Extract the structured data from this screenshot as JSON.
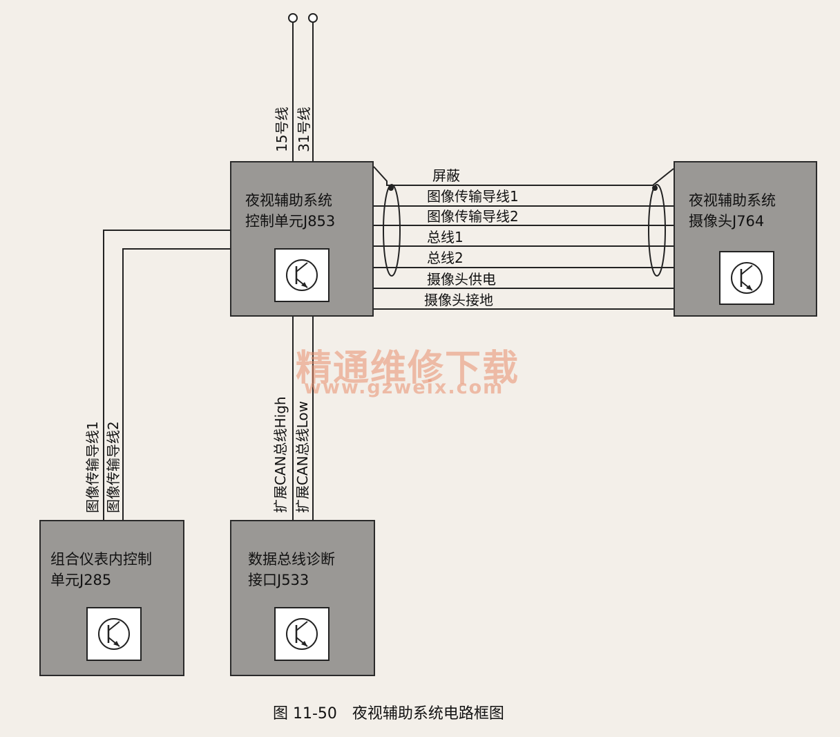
{
  "units": {
    "j853": {
      "label": "夜视辅助系统\n控制单元J853"
    },
    "j764": {
      "label": "夜视辅助系统\n摄像头J764"
    },
    "j285": {
      "label": "组合仪表内控制\n单元J285"
    },
    "j533": {
      "label": "数据总线诊断\n接口J533"
    }
  },
  "wires": {
    "top": [
      "15号线",
      "31号线"
    ],
    "middle": [
      "屏蔽",
      "图像传输导线1",
      "图像传输导线2",
      "总线1",
      "总线2",
      "摄像头供电",
      "摄像头接地"
    ],
    "left": [
      "图像传输导线1",
      "图像传输导线2"
    ],
    "can": [
      "扩展CAN总线High",
      "扩展CAN总线Low"
    ]
  },
  "watermark": {
    "text": "精通维修下载",
    "url": "www.gzweix.com"
  },
  "caption": "图 11-50　夜视辅助系统电路框图"
}
